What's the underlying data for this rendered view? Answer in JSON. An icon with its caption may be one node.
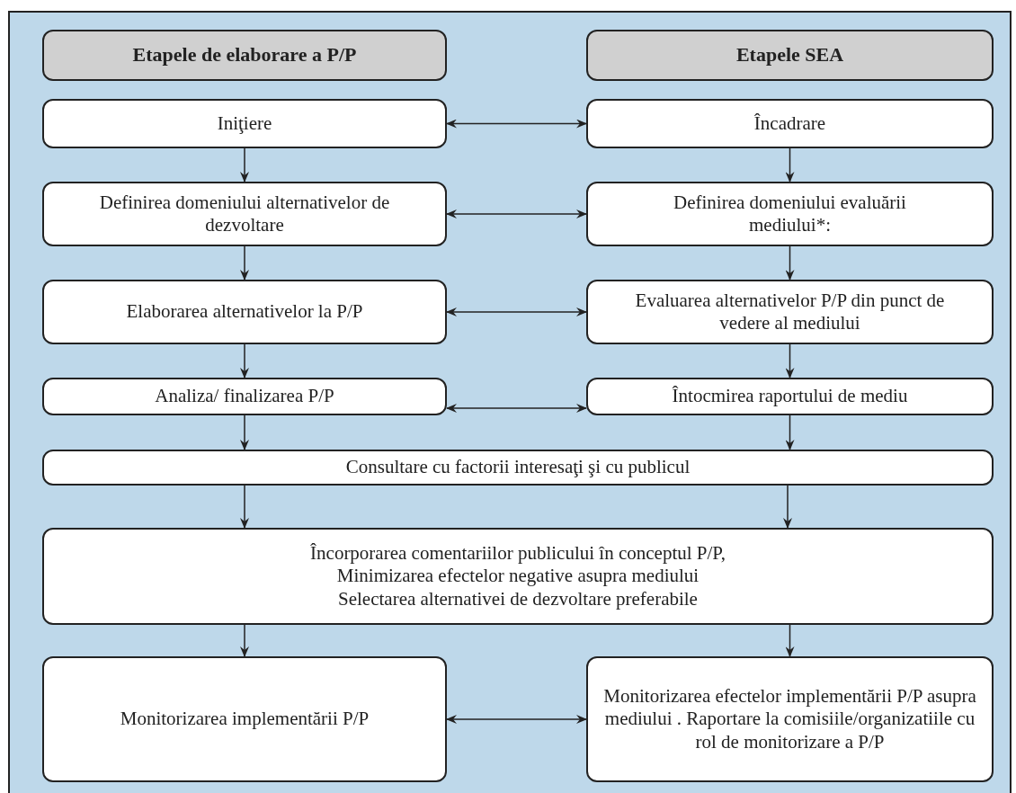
{
  "diagram": {
    "nodes": [
      {
        "text": [
          "Etapele de elaborare a P/P"
        ]
      },
      {
        "text": [
          "Etapele SEA"
        ]
      },
      {
        "text": [
          "Iniţiere"
        ]
      },
      {
        "text": [
          "Încadrare"
        ]
      },
      {
        "text": [
          "Definirea domeniului alternativelor de dezvoltare"
        ]
      },
      {
        "text": [
          "Definirea domeniului evaluării mediului*:"
        ]
      },
      {
        "text": [
          "Elaborarea alternativelor la P/P"
        ]
      },
      {
        "text": [
          "Evaluarea alternativelor P/P din punct de vedere al mediului"
        ]
      },
      {
        "text": [
          "Analiza/ finalizarea  P/P"
        ]
      },
      {
        "text": [
          "Întocmirea raportului de mediu"
        ]
      },
      {
        "text": [
          "Consultare cu factorii interesaţi şi cu publicul"
        ]
      },
      {
        "text": [
          "Încorporarea comentariilor publicului în conceptul P/P, Minimizarea efectelor negative asupra mediului Selectarea alternativei de dezvoltare preferabile"
        ]
      },
      {
        "text": [
          "Monitorizarea implementării P/P"
        ]
      },
      {
        "text": [
          "Monitorizarea efectelor implementării P/P asupra mediului . Raportare la comisiile/organizatiile cu rol de monitorizare a P/P"
        ]
      }
    ],
    "edges": [
      {
        "from": 2,
        "to": 3,
        "arrow": "both"
      },
      {
        "from": 2,
        "to": 4,
        "arrow": "to"
      },
      {
        "from": 3,
        "to": 5,
        "arrow": "to"
      },
      {
        "from": 4,
        "to": 5,
        "arrow": "both"
      },
      {
        "from": 4,
        "to": 6,
        "arrow": "to"
      },
      {
        "from": 5,
        "to": 7,
        "arrow": "to"
      },
      {
        "from": 6,
        "to": 7,
        "arrow": "both"
      },
      {
        "from": 6,
        "to": 8,
        "arrow": "to"
      },
      {
        "from": 7,
        "to": 9,
        "arrow": "to"
      },
      {
        "from": 8,
        "to": 9,
        "arrow": "both"
      },
      {
        "from": 8,
        "to": 10,
        "arrow": "to"
      },
      {
        "from": 9,
        "to": 10,
        "arrow": "to"
      },
      {
        "from": 10,
        "to": 11,
        "arrow": "to"
      },
      {
        "from": 10,
        "to": 11,
        "arrow": "to"
      },
      {
        "from": 11,
        "to": 12,
        "arrow": "to"
      },
      {
        "from": 11,
        "to": 13,
        "arrow": "to"
      },
      {
        "from": 12,
        "to": 13,
        "arrow": "both"
      }
    ]
  }
}
